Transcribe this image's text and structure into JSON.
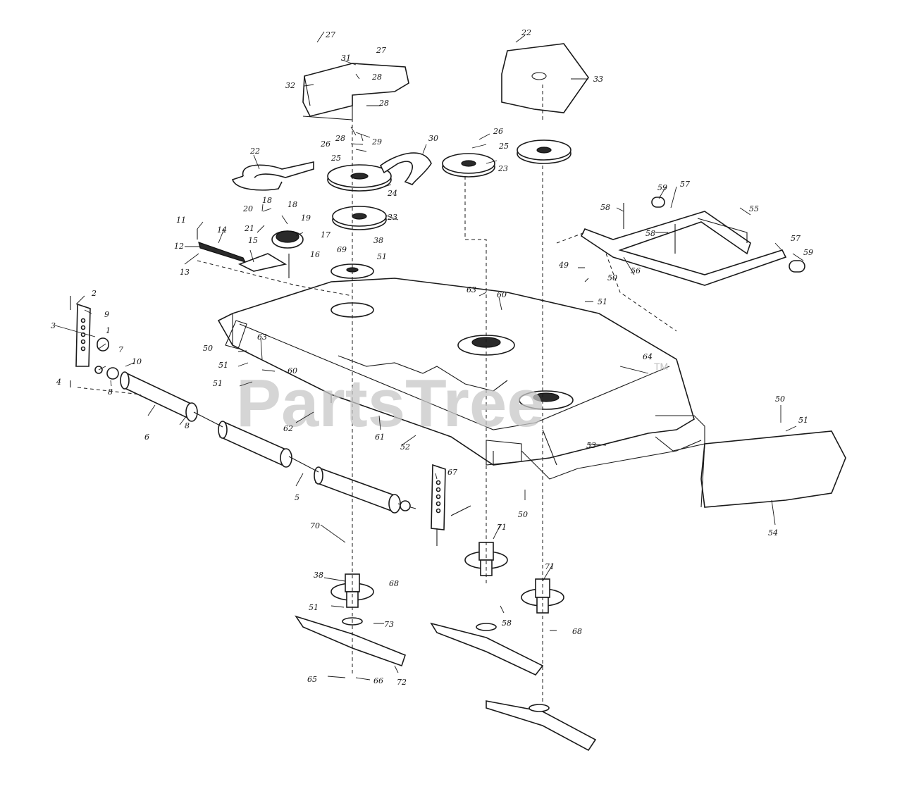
{
  "watermark": {
    "text": "PartsTree",
    "trademark": "TM"
  },
  "callouts": [
    {
      "id": "c1",
      "label": "1"
    },
    {
      "id": "c2",
      "label": "2"
    },
    {
      "id": "c3",
      "label": "3"
    },
    {
      "id": "c4",
      "label": "4"
    },
    {
      "id": "c5",
      "label": "5"
    },
    {
      "id": "c6",
      "label": "6"
    },
    {
      "id": "c7",
      "label": "7"
    },
    {
      "id": "c8a",
      "label": "8"
    },
    {
      "id": "c8b",
      "label": "8"
    },
    {
      "id": "c9",
      "label": "9"
    },
    {
      "id": "c10",
      "label": "10"
    },
    {
      "id": "c11",
      "label": "11"
    },
    {
      "id": "c12",
      "label": "12"
    },
    {
      "id": "c13",
      "label": "13"
    },
    {
      "id": "c14",
      "label": "14"
    },
    {
      "id": "c15",
      "label": "15"
    },
    {
      "id": "c16",
      "label": "16"
    },
    {
      "id": "c17",
      "label": "17"
    },
    {
      "id": "c18a",
      "label": "18"
    },
    {
      "id": "c18b",
      "label": "18"
    },
    {
      "id": "c19",
      "label": "19"
    },
    {
      "id": "c20",
      "label": "20"
    },
    {
      "id": "c21",
      "label": "21"
    },
    {
      "id": "c22a",
      "label": "22"
    },
    {
      "id": "c22b",
      "label": "22"
    },
    {
      "id": "c23a",
      "label": "23"
    },
    {
      "id": "c23b",
      "label": "23"
    },
    {
      "id": "c24",
      "label": "24"
    },
    {
      "id": "c25a",
      "label": "25"
    },
    {
      "id": "c25b",
      "label": "25"
    },
    {
      "id": "c26a",
      "label": "26"
    },
    {
      "id": "c26b",
      "label": "26"
    },
    {
      "id": "c27a",
      "label": "27"
    },
    {
      "id": "c27b",
      "label": "27"
    },
    {
      "id": "c28a",
      "label": "28"
    },
    {
      "id": "c28b",
      "label": "28"
    },
    {
      "id": "c28c",
      "label": "28"
    },
    {
      "id": "c29",
      "label": "29"
    },
    {
      "id": "c30",
      "label": "30"
    },
    {
      "id": "c31",
      "label": "31"
    },
    {
      "id": "c32",
      "label": "32"
    },
    {
      "id": "c33",
      "label": "33"
    },
    {
      "id": "c38a",
      "label": "38"
    },
    {
      "id": "c38b",
      "label": "38"
    },
    {
      "id": "c49",
      "label": "49"
    },
    {
      "id": "c50a",
      "label": "50"
    },
    {
      "id": "c50b",
      "label": "50"
    },
    {
      "id": "c50c",
      "label": "50"
    },
    {
      "id": "c50d",
      "label": "50"
    },
    {
      "id": "c51a",
      "label": "51"
    },
    {
      "id": "c51b",
      "label": "51"
    },
    {
      "id": "c51c",
      "label": "51"
    },
    {
      "id": "c51d",
      "label": "51"
    },
    {
      "id": "c51e",
      "label": "51"
    },
    {
      "id": "c51f",
      "label": "51"
    },
    {
      "id": "c52",
      "label": "52"
    },
    {
      "id": "c53",
      "label": "53"
    },
    {
      "id": "c54",
      "label": "54"
    },
    {
      "id": "c55",
      "label": "55"
    },
    {
      "id": "c56",
      "label": "56"
    },
    {
      "id": "c57a",
      "label": "57"
    },
    {
      "id": "c57b",
      "label": "57"
    },
    {
      "id": "c58a",
      "label": "58"
    },
    {
      "id": "c58b",
      "label": "58"
    },
    {
      "id": "c58c",
      "label": "58"
    },
    {
      "id": "c59a",
      "label": "59"
    },
    {
      "id": "c59b",
      "label": "59"
    },
    {
      "id": "c60a",
      "label": "60"
    },
    {
      "id": "c60b",
      "label": "60"
    },
    {
      "id": "c61",
      "label": "61"
    },
    {
      "id": "c62",
      "label": "62"
    },
    {
      "id": "c63a",
      "label": "63"
    },
    {
      "id": "c63b",
      "label": "63"
    },
    {
      "id": "c64",
      "label": "64"
    },
    {
      "id": "c65",
      "label": "65"
    },
    {
      "id": "c66",
      "label": "66"
    },
    {
      "id": "c67",
      "label": "67"
    },
    {
      "id": "c68a",
      "label": "68"
    },
    {
      "id": "c68b",
      "label": "68"
    },
    {
      "id": "c69",
      "label": "69"
    },
    {
      "id": "c70",
      "label": "70"
    },
    {
      "id": "c71a",
      "label": "71"
    },
    {
      "id": "c71b",
      "label": "71"
    },
    {
      "id": "c72",
      "label": "72"
    },
    {
      "id": "c73",
      "label": "73"
    }
  ]
}
